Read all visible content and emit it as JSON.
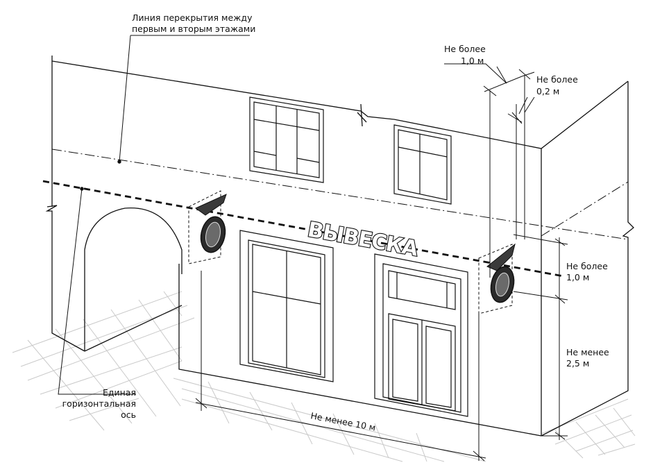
{
  "labels": {
    "floor_line": [
      "Линия перекрытия между",
      "первым и вторым этажами"
    ],
    "max_1m_top": [
      "Не более",
      "1,0 м"
    ],
    "max_02m": [
      "Не более",
      "0,2 м"
    ],
    "max_1m_side": [
      "Не более",
      "1,0 м"
    ],
    "min_25m": [
      "Не менее",
      "2,5 м"
    ],
    "axis": [
      "Единая",
      "горизонтальная",
      "ось"
    ],
    "min_10m": "Не менее 10 м"
  },
  "sign_text": "ВЫВЕСКА",
  "colors": {
    "line": "#111111",
    "paving": "#c9c9c9",
    "background": "#ffffff"
  }
}
